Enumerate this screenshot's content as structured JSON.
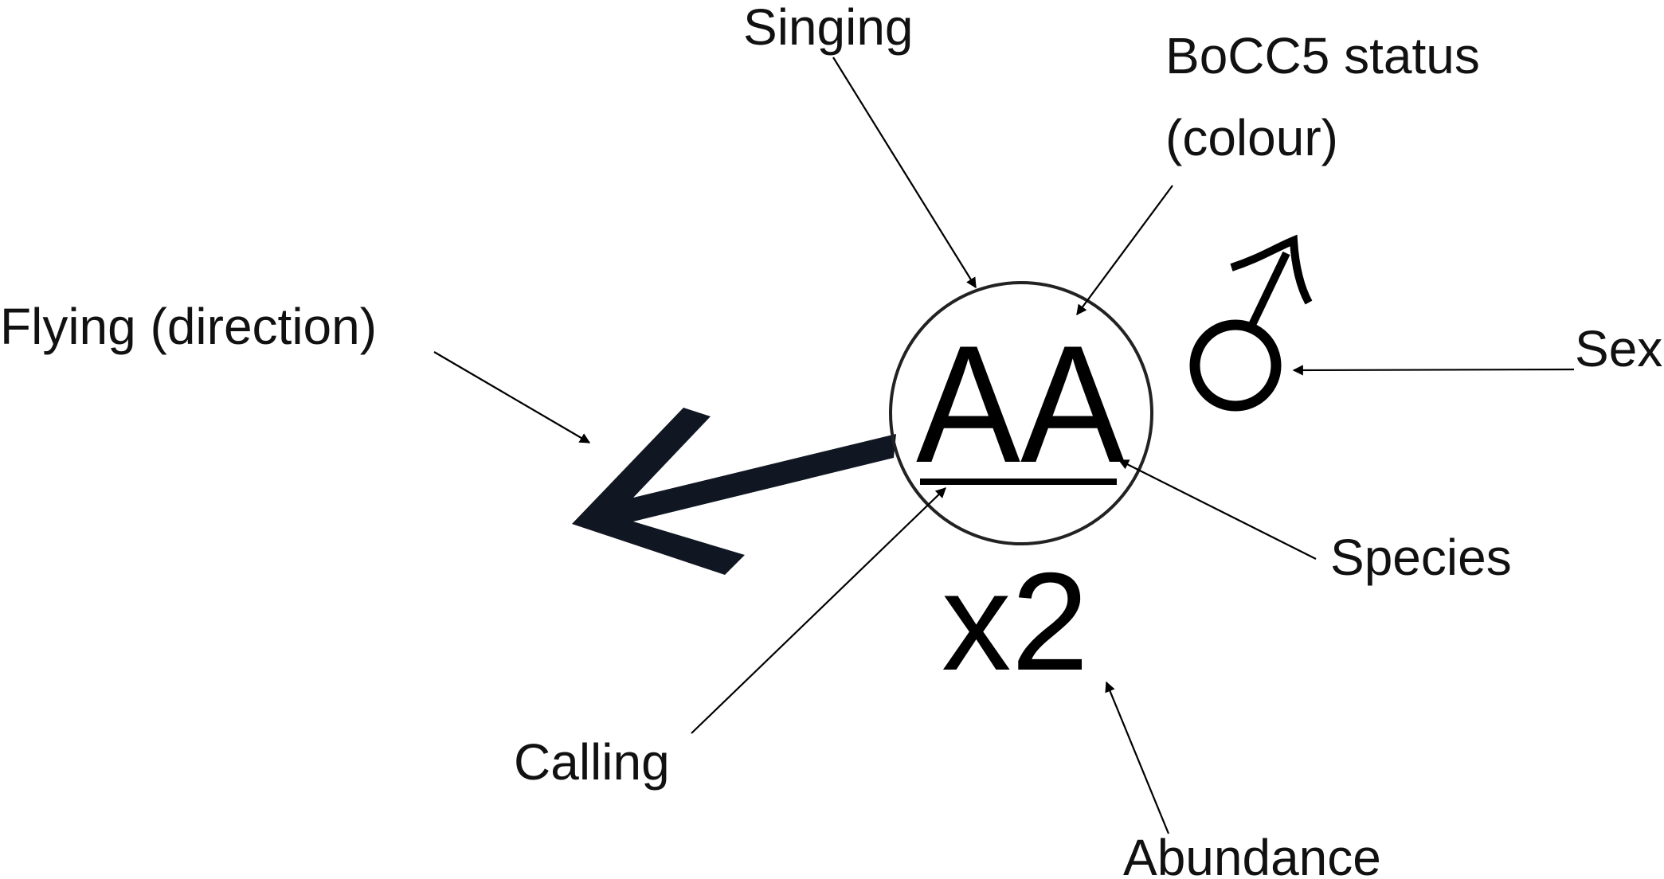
{
  "labels": {
    "singing": "Singing",
    "bocc5_line1": "BoCC5 status",
    "bocc5_line2": "(colour)",
    "flying": "Flying (direction)",
    "sex": "Sex",
    "species": "Species",
    "calling": "Calling",
    "abundance": "Abundance"
  },
  "symbol": {
    "species_code": "AA",
    "abundance_text": "x2",
    "sex_glyph": "♂"
  },
  "colors": {
    "arrow": "#111722",
    "ink": "#000000"
  },
  "icons": {
    "flying": "flight-direction-arrow-icon",
    "sex": "male-symbol-icon",
    "singing": "singing-circle-icon",
    "calling": "calling-underline-icon"
  }
}
